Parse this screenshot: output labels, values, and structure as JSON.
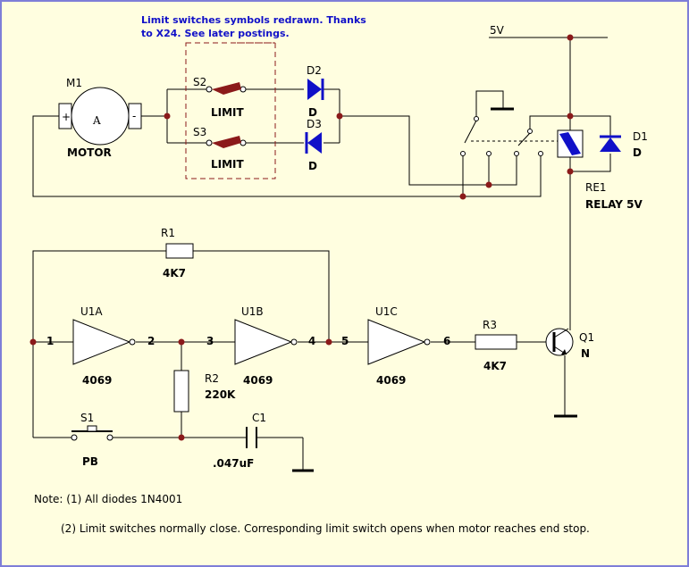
{
  "header_note": {
    "line1": "Limit switches symbols redrawn. Thanks",
    "line2": "to X24. See later postings."
  },
  "components": {
    "m1": {
      "ref": "M1",
      "label": "MOTOR",
      "plus": "+",
      "minus": "-",
      "symbol": "A"
    },
    "s2": {
      "ref": "S2",
      "label": "LIMIT"
    },
    "s3": {
      "ref": "S3",
      "label": "LIMIT"
    },
    "d2": {
      "ref": "D2",
      "value": "D"
    },
    "d3": {
      "ref": "D3",
      "value": "D"
    },
    "d1": {
      "ref": "D1",
      "value": "D"
    },
    "re1": {
      "ref": "RE1",
      "value": "RELAY 5V"
    },
    "supply": {
      "label": "5V"
    },
    "r1": {
      "ref": "R1",
      "value": "4K7"
    },
    "r2": {
      "ref": "R2",
      "value": "220K"
    },
    "r3": {
      "ref": "R3",
      "value": "4K7"
    },
    "u1a": {
      "ref": "U1A",
      "value": "4069"
    },
    "u1b": {
      "ref": "U1B",
      "value": "4069"
    },
    "u1c": {
      "ref": "U1C",
      "value": "4069"
    },
    "c1": {
      "ref": "C1",
      "value": ".047uF"
    },
    "s1": {
      "ref": "S1",
      "value": "PB"
    },
    "q1": {
      "ref": "Q1",
      "value": "N"
    }
  },
  "pins": [
    "1",
    "2",
    "3",
    "4",
    "5",
    "6"
  ],
  "notes": {
    "note1": "Note: (1) All diodes 1N4001",
    "note2": "(2) Limit switches normally close. Corresponding limit switch opens when motor reaches end stop."
  },
  "colors": {
    "background": "#fffee0",
    "border": "#7e7ed8",
    "wire": "#000000",
    "junction": "#8b1a1a",
    "diode": "#1010c8",
    "limit_switch": "#8b1a1a",
    "note_text": "#1010c8"
  }
}
